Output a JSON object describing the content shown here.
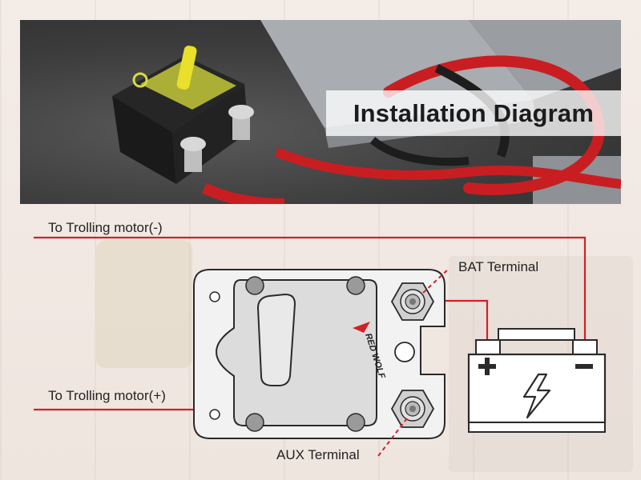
{
  "title": "Installation Diagram",
  "labels": {
    "motor_negative": "To Trolling motor(-)",
    "motor_positive": "To Trolling motor(+)",
    "bat_terminal": "BAT Terminal",
    "aux_terminal": "AUX Terminal"
  },
  "breaker": {
    "brand": "RED WOLF"
  },
  "colors": {
    "wire": "#d32027",
    "outline": "#2a2a2a",
    "leader": "#d32027"
  },
  "icons": [
    "battery-icon",
    "lightning-icon",
    "plus-icon",
    "minus-icon"
  ]
}
